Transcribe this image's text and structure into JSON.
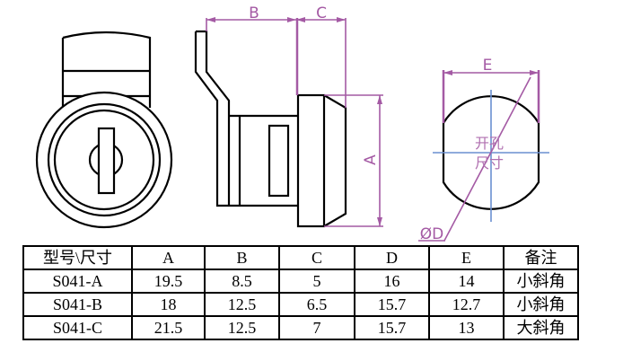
{
  "drawing": {
    "labels": {
      "a": "A",
      "b": "B",
      "c": "C",
      "d": "ØD",
      "e": "E"
    },
    "cutout_label_line1": "开孔",
    "cutout_label_line2": "尺寸",
    "colors": {
      "dimension": "#a45aa4",
      "centerline": "#6a8fd0",
      "outline": "#000000"
    }
  },
  "table": {
    "headers": [
      "型号\\尺寸",
      "A",
      "B",
      "C",
      "D",
      "E",
      "备注"
    ],
    "rows": [
      [
        "S041-A",
        "19.5",
        "8.5",
        "5",
        "16",
        "14",
        "小斜角"
      ],
      [
        "S041-B",
        "18",
        "12.5",
        "6.5",
        "15.7",
        "12.7",
        "小斜角"
      ],
      [
        "S041-C",
        "21.5",
        "12.5",
        "7",
        "15.7",
        "13",
        "大斜角"
      ]
    ]
  }
}
